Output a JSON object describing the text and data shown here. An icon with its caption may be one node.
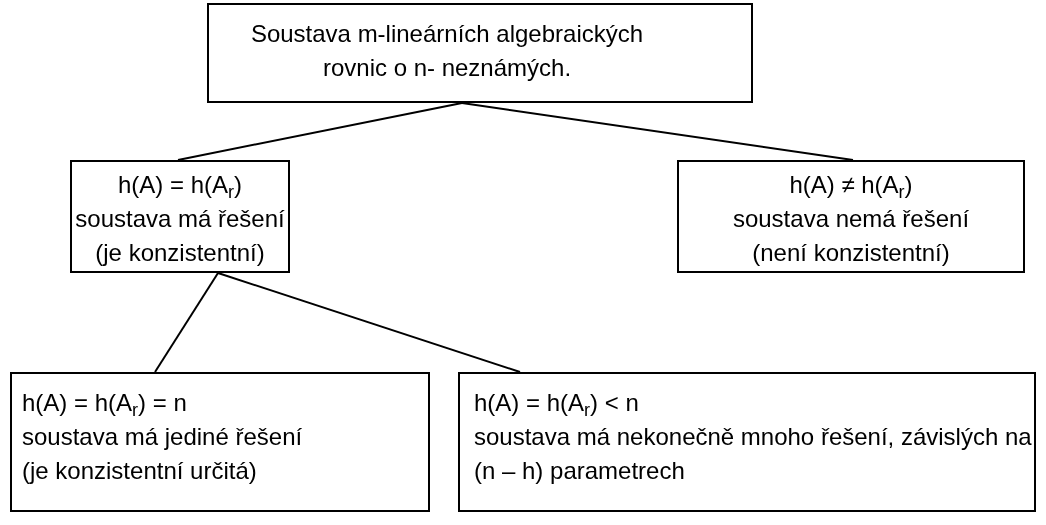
{
  "diagram": {
    "nodes": [
      {
        "text": [
          "Soustava m-lineárních algebraických rovnic o n- neznámých."
        ]
      },
      {
        "text": [
          "h(A) = h(A$_{r}$)",
          "soustava má řešení",
          "(je konzistentní)"
        ]
      },
      {
        "text": [
          "h(A) ≠ h(A$_{r}$)",
          "soustava nemá řešení",
          "(není konzistentní)"
        ]
      },
      {
        "text": [
          "h(A) = h(A$_{r}$) = n",
          "soustava má jediné řešení",
          "(je konzistentní určitá)"
        ]
      },
      {
        "text": [
          "h(A) = h(A$_{r}$) < n",
          "soustava má nekonečně mnoho řešení, závislých na (n – h) parametrech"
        ]
      }
    ],
    "edges": [
      {
        "from": 0,
        "to": 1,
        "arrow": "none"
      },
      {
        "from": 0,
        "to": 2,
        "arrow": "none"
      },
      {
        "from": 1,
        "to": 3,
        "arrow": "none"
      },
      {
        "from": 1,
        "to": 4,
        "arrow": "none"
      }
    ]
  }
}
